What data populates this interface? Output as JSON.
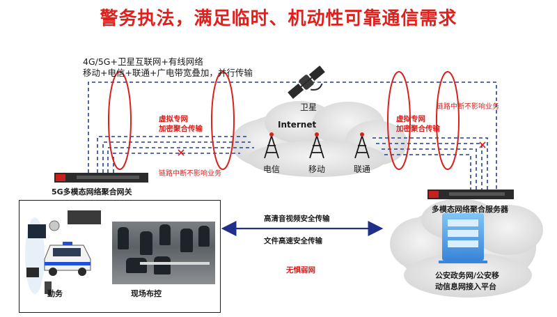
{
  "title": "警务执法，满足临时、机动性可靠通信需求",
  "network_note": {
    "line1": "4G/5G+卫星互联网+有线网络",
    "line2": "移动+电信+联通+广电带宽叠加，并行传输"
  },
  "satellite_label": "卫星",
  "internet_label": "Internet",
  "carriers": [
    "电信",
    "移动",
    "联通"
  ],
  "vpn_label": {
    "line1": "虚拟专网",
    "line2": "加密聚合传输"
  },
  "link_failure_note": "链路中断不影响业务",
  "gateway_label": "5G多模态网络聚合网关",
  "server_label": "多模态网络聚合服务器",
  "transfer": {
    "video": "高清音视频安全传输",
    "file": "文件高速安全传输",
    "weak": "无惧弱网"
  },
  "platform_label": {
    "line1": "公安政务网/公安移",
    "line2": "动信息网接入平台"
  },
  "duty_label": "勤务",
  "scene_label": "现场布控",
  "colors": {
    "title": "#e0201c",
    "link": "#1f3f8f",
    "red": "#d8201c",
    "arrow": "#1f2f8a"
  }
}
